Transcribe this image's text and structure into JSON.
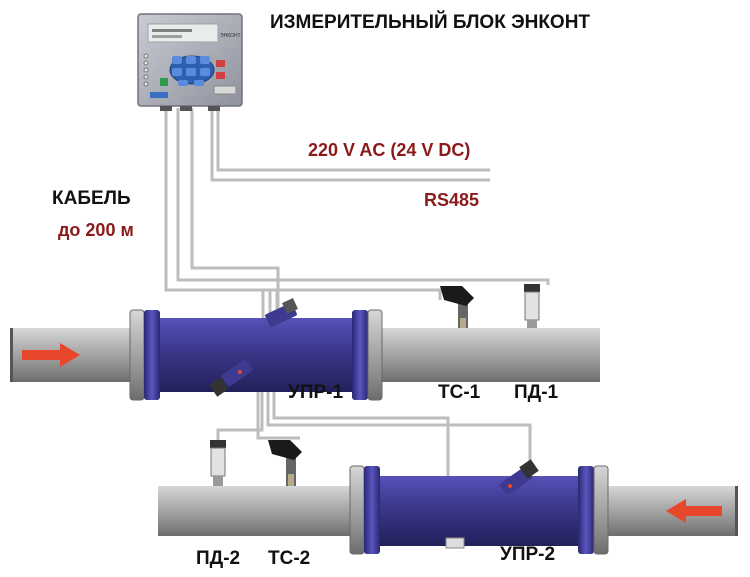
{
  "title": "ИЗМЕРИТЕЛЬНЫЙ БЛОК ЭНКОНТ",
  "power": "220 V AC (24 V DC)",
  "interface": "RS485",
  "cable": {
    "label": "КАБЕЛЬ",
    "length": "до 200 м"
  },
  "device": {
    "name": "ЭНКОНТ",
    "brand": "ЭНКОНТ"
  },
  "pipeline_1": {
    "flow": "УПР-1",
    "temp": "ТС-1",
    "pressure": "ПД-1"
  },
  "pipeline_2": {
    "flow": "УПР-2",
    "temp": "ТС-2",
    "pressure": "ПД-2"
  },
  "colors": {
    "pipe": "#9a9a9a",
    "flowmeter": "#3d3a8f",
    "arrow": "#e8472c",
    "label_red": "#8b1a1a",
    "cable": "#bdbdbd",
    "keypad": "#2f5fb0"
  },
  "icons": [
    "flow-direction-arrow",
    "temperature-sensor-icon",
    "pressure-sensor-icon",
    "keypad-button-icon"
  ]
}
